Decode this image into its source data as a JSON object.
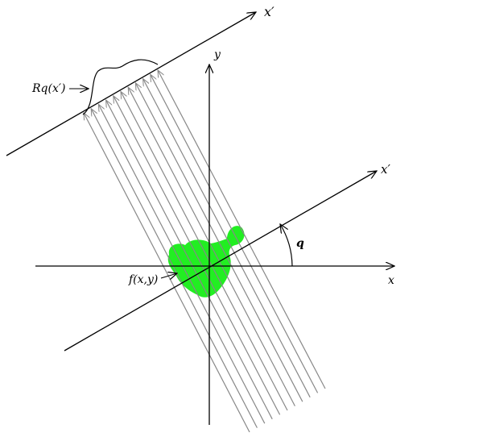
{
  "labels": {
    "x_prime_top": "x′",
    "y_axis": "y",
    "x_prime_mid": "x′",
    "angle": "q",
    "x_axis": "x",
    "projection": "Rq(x′)",
    "object": "f(x,y)"
  },
  "colors": {
    "object_fill": "#22ee22",
    "ray": "#888888",
    "axis": "#000000"
  },
  "ray_count": 11
}
